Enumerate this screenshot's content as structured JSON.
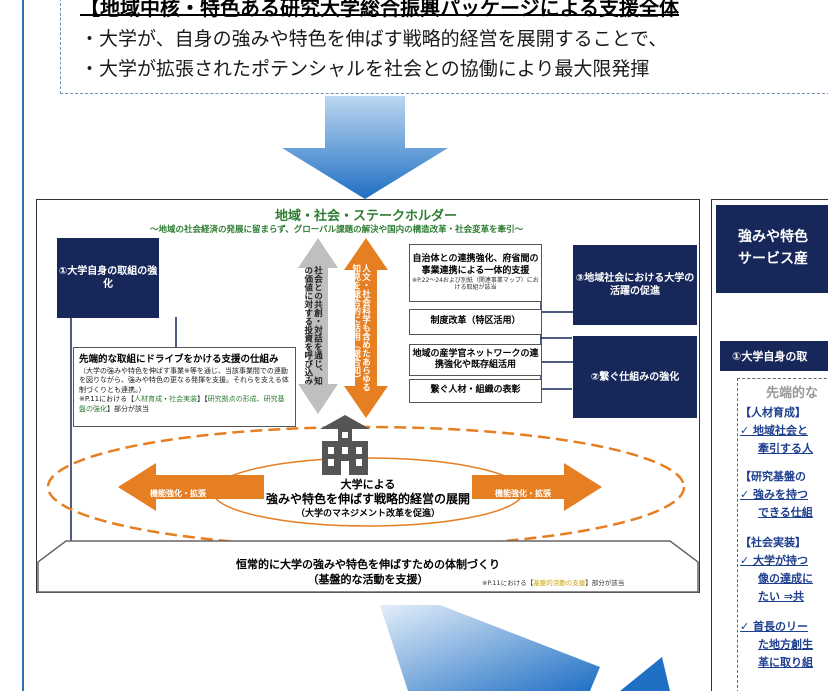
{
  "banner": {
    "title": "【地域中核・特色ある研究大学総合振興パッケージによる支援全体",
    "line1": "・大学が、自身の強みや特色を伸ばす戦略的経営を展開することで、",
    "line2": "・大学が拡張されたポテンシャルを社会との協働により最大限発揮"
  },
  "diagram": {
    "stakeholder_title": "地域・社会・ステークホルダー",
    "stakeholder_sub": "～地域の社会経済の発展に留まらず、グローバル課題の解決や国内の構造改革・社会変革を牽引～",
    "left_box": "①大学自身の取組の強化",
    "vert_left": "社会との共創・対話を通じ、知の価値に対する投資を呼び込み",
    "vert_right": "人文・社会科学も含めたあらゆる知見を総合的に活用（総合知）",
    "box_gov_title": "自治体との連携強化、府省間の事業連携による一体的支援",
    "box_gov_note": "※P.22～24および別紙（関連事業マップ）における取組が該当",
    "box_reform": "制度改革（特区活用）",
    "box_network": "地域の産学官ネットワークの連携強化や既存組活用",
    "box_connect": "繋ぐ人材・組織の表彰",
    "right_box_1": "③地域社会における大学の活躍の促進",
    "right_box_2": "②繋ぐ仕組みの強化",
    "drive_title": "先端的な取組にドライブをかける支援の仕組み",
    "drive_body": "（大学の強みや特色を伸ばす事業※等を通じ、当該事業間での連動を図りながら、強みや特色の更なる発揮を支援。それらを支える体制づくりとも連携。）",
    "drive_note_prefix": "※P.11における【",
    "drive_note_a": "人材育成",
    "drive_note_b": "社会実装",
    "drive_note_c": "研究拠点の形成、研究基盤の強化",
    "drive_note_suffix": "】部分が該当",
    "arrow_left_label": "機能強化・拡張",
    "arrow_right_label": "機能強化・拡張",
    "univ_line1": "大学による",
    "univ_line2": "強みや特色を伸ばす戦略的経営の展開",
    "univ_line3": "（大学のマネジメント改革を促進）",
    "foot_line1": "恒常的に大学の強みや特色を伸ばすための体制づくり",
    "foot_line2": "（基盤的な活動を支援）",
    "foot_note_prefix": "※P.11における【",
    "foot_note_mid": "基盤的活動の支援",
    "foot_note_suffix": "】部分が該当"
  },
  "right_panel": {
    "head1": "強みや特色",
    "head2": "サービス産",
    "bar": "①大学自身の取",
    "inner_title": "先端的な",
    "s1_head": "【人材育成】",
    "s1_a": "✓ 地域社会と",
    "s1_b": "牽引する人",
    "s2_head": "【研究基盤の",
    "s2_a": "✓ 強みを持つ",
    "s2_b": "できる仕組",
    "s3_head": "【社会実装】",
    "s3_a": "✓ 大学が持つ",
    "s3_b": "像の達成に",
    "s3_c": "たい ⇒共",
    "s4_a": "✓ 首長のリー",
    "s4_b": "た地方創生",
    "s4_c": "革に取り組"
  },
  "colors": {
    "navy": "#17275a",
    "orange": "#e67e22",
    "green": "#2e7d32",
    "blue_arrow": "#2e74b5"
  }
}
